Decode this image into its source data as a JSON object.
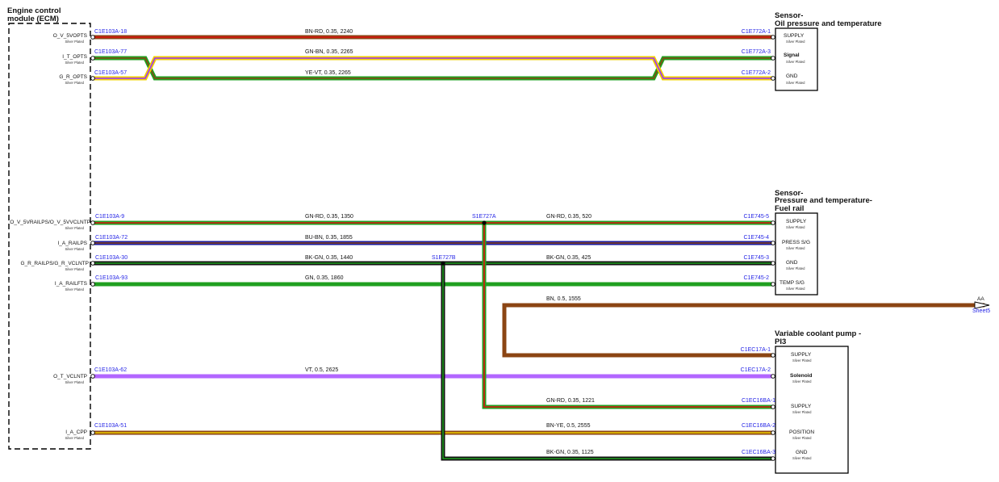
{
  "ecm": {
    "title_line1": "Engine control",
    "title_line2": "module (ECM)"
  },
  "plating": "Silver Plated",
  "ecm_pins": [
    {
      "name": "O_V_5VOPTS"
    },
    {
      "name": "I_T_OPTS"
    },
    {
      "name": "G_R_OPTS"
    },
    {
      "name": "O_V_5VRAILPS/O_V_5VVCLNTP"
    },
    {
      "name": "I_A_RAILPS"
    },
    {
      "name": "G_R_RAILPS/G_R_VCLNTP"
    },
    {
      "name": "I_A_RAILFTS"
    },
    {
      "name": "O_T_VCLNTP"
    },
    {
      "name": "I_A_CPP"
    }
  ],
  "components": [
    {
      "title_lines": [
        "Sensor-",
        "Oil pressure and temperature"
      ],
      "pins": [
        "SUPPLY",
        "Signal",
        "GND"
      ]
    },
    {
      "title_lines": [
        "Sensor-",
        "Pressure and temperature-",
        "Fuel rail"
      ],
      "pins": [
        "SUPPLY",
        "PRESS S/G",
        "GND",
        "TEMP S/G"
      ]
    },
    {
      "title_lines": [
        "Variable coolant pump -",
        "PI3"
      ],
      "pins": [
        "SUPPLY",
        "Solenoid",
        "SUPPLY",
        "POSITION",
        "GND"
      ]
    }
  ],
  "splices": [
    "S1E727A",
    "S1E727B"
  ],
  "wires": [
    {
      "id": "w1",
      "from": "C1E103A-18",
      "to": "C1E772A-1",
      "spec": "BN-RD,  0.35,  2240",
      "colors": [
        "#8b4513",
        "#e01010"
      ]
    },
    {
      "id": "w2",
      "from": "C1E103A-77",
      "to": "C1E772A-3",
      "spec": "GN-BN,  0.35,  2265",
      "colors": [
        "#20a020",
        "#8b4513"
      ]
    },
    {
      "id": "w3",
      "from": "C1E103A-57",
      "to": "C1E772A-2",
      "spec": "YE-VT,  0.35,  2265",
      "colors": [
        "#f0d000",
        "#9b30ff"
      ]
    },
    {
      "id": "w4a",
      "from": "C1E103A-9",
      "spec": "GN-RD,  0.35,  1350",
      "colors": [
        "#20a020",
        "#e01010"
      ]
    },
    {
      "id": "w4b",
      "to": "C1E745-5",
      "spec": "GN-RD,  0.35,  520",
      "colors": [
        "#20a020",
        "#e01010"
      ]
    },
    {
      "id": "w5",
      "from": "C1E103A-72",
      "to": "C1E745-4",
      "spec": "BU-BN,  0.35,  1855",
      "colors": [
        "#1a1aa0",
        "#8b4513"
      ]
    },
    {
      "id": "w6a",
      "from": "C1E103A-30",
      "spec": "BK-GN,  0.35,  1440",
      "colors": [
        "#111111",
        "#20a020"
      ]
    },
    {
      "id": "w6b",
      "to": "C1E745-3",
      "spec": "BK-GN,  0.35,  425",
      "colors": [
        "#111111",
        "#20a020"
      ]
    },
    {
      "id": "w7",
      "from": "C1E103A-93",
      "to": "C1E745-2",
      "spec": "GN,  0.35,  1860",
      "colors": [
        "#20a020",
        "#20a020"
      ]
    },
    {
      "id": "w8",
      "to": "C1EC17A-1",
      "spec": "BN,  0.5,  1555",
      "colors": [
        "#8b4513",
        "#8b4513"
      ]
    },
    {
      "id": "w9",
      "from": "C1E103A-62",
      "to": "C1EC17A-2",
      "spec": "VT,  0.5,  2625",
      "colors": [
        "#b266ff",
        "#b266ff"
      ]
    },
    {
      "id": "w10",
      "to": "C1EC16BA-1",
      "spec": "GN-RD,  0.35,  1221",
      "colors": [
        "#20a020",
        "#e01010"
      ]
    },
    {
      "id": "w11",
      "from": "C1E103A-51",
      "to": "C1EC16BA-2",
      "spec": "BN-YE,  0.5,  2555",
      "colors": [
        "#8b4513",
        "#f0d000"
      ]
    },
    {
      "id": "w12",
      "to": "C1EC16BA-3",
      "spec": "BK-GN,  0.35,  1125",
      "colors": [
        "#111111",
        "#20a020"
      ]
    }
  ],
  "offpage": {
    "label": "AA",
    "sheet": "Sheet5"
  },
  "colors": {
    "connector_code": "#2525e6",
    "box_border": "#000000"
  }
}
